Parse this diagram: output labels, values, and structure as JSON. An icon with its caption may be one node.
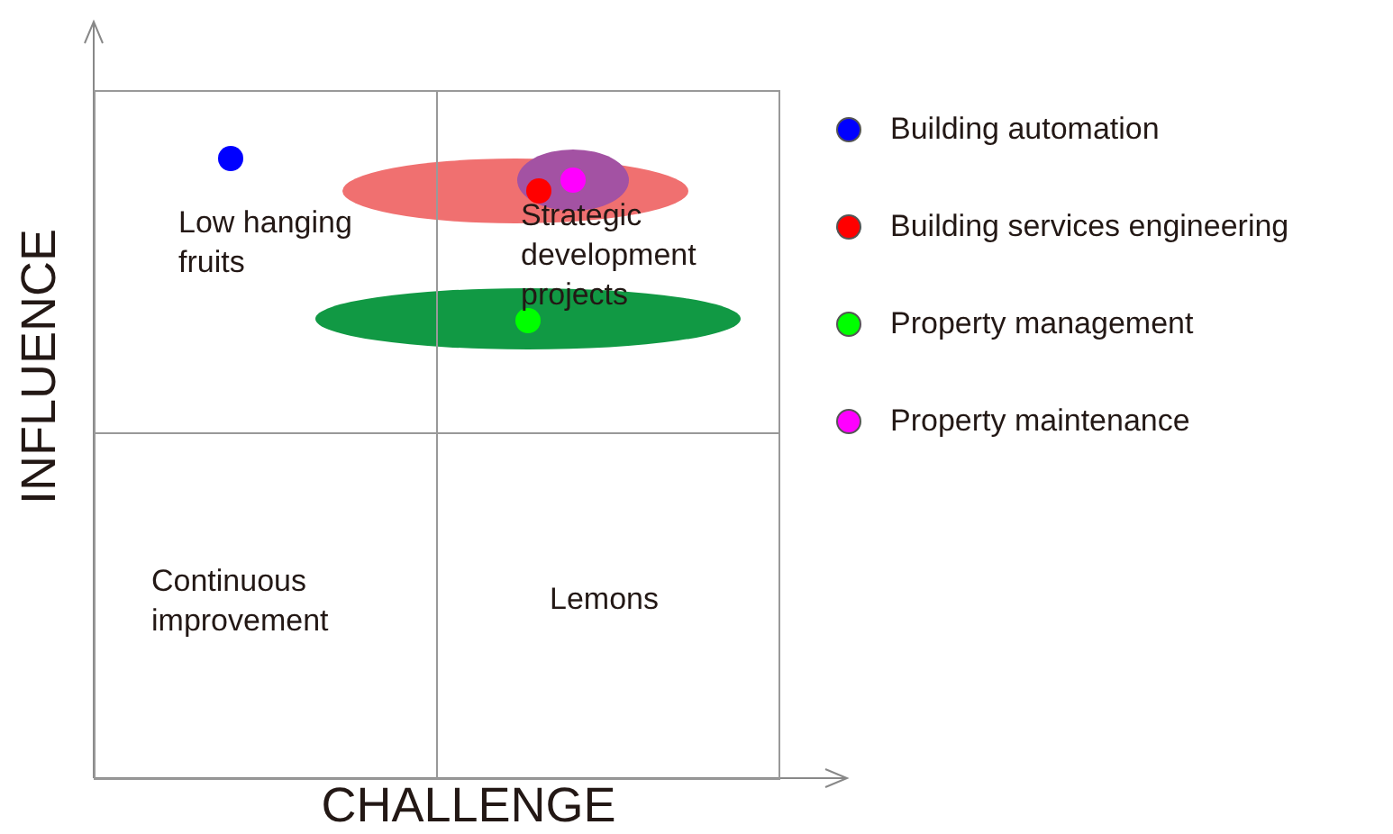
{
  "diagram": {
    "nodes": [
      {
        "text": [
          "Low hanging fruits"
        ]
      },
      {
        "text": [
          "Strategic development projects"
        ]
      },
      {
        "text": [
          "Continuous improvement"
        ]
      },
      {
        "text": [
          "Lemons"
        ]
      }
    ],
    "labels": [
      "INFLUENCE",
      "CHALLENGE"
    ],
    "legend": [
      {
        "text": "Building automation",
        "color": "#0000ff"
      },
      {
        "text": "Building services engineering",
        "color": "#ff0000"
      },
      {
        "text": "Property management",
        "color": "#00ff00"
      },
      {
        "text": "Property maintenance",
        "color": "#ff00ff"
      }
    ]
  }
}
